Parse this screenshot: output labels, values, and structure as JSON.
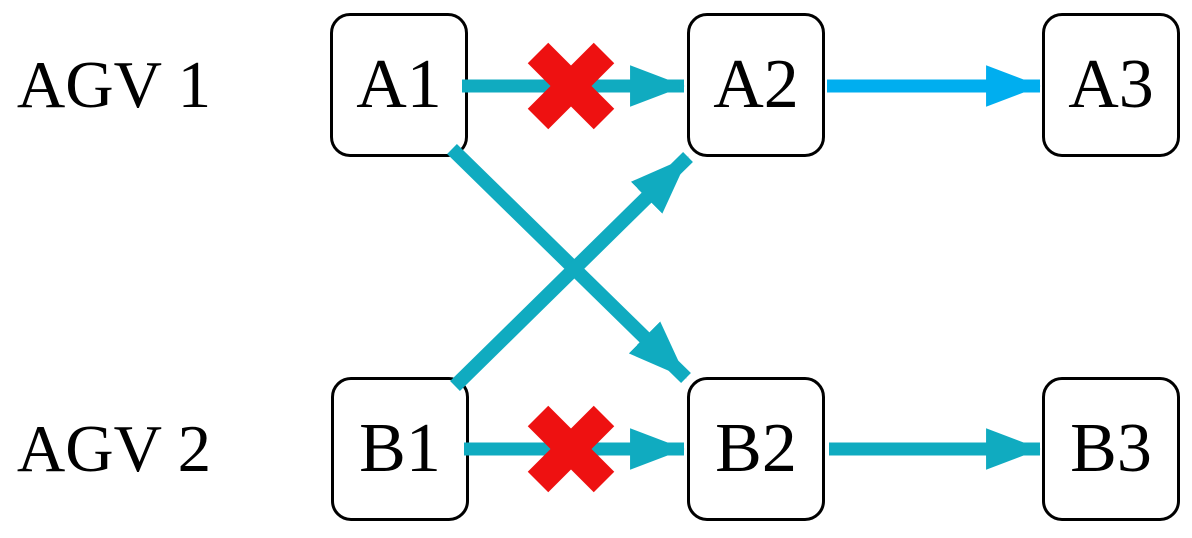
{
  "rows": [
    {
      "label": "AGV 1",
      "nodes": [
        "A1",
        "A2",
        "A3"
      ]
    },
    {
      "label": "AGV 2",
      "nodes": [
        "B1",
        "B2",
        "B3"
      ]
    }
  ],
  "edges": [
    {
      "from": "A1",
      "to": "A2",
      "color": "teal",
      "blocked": true
    },
    {
      "from": "A2",
      "to": "A3",
      "color": "blue",
      "blocked": false
    },
    {
      "from": "A1",
      "to": "B2",
      "color": "teal",
      "blocked": false
    },
    {
      "from": "B1",
      "to": "A2",
      "color": "teal",
      "blocked": false
    },
    {
      "from": "B1",
      "to": "B2",
      "color": "teal",
      "blocked": true
    },
    {
      "from": "B2",
      "to": "B3",
      "color": "teal",
      "blocked": false
    }
  ],
  "colors": {
    "teal": "#10ABC0",
    "blue": "#00AEEF",
    "red": "#EE1111",
    "box_border": "#000000",
    "box_fill": "#FFFFFF"
  }
}
